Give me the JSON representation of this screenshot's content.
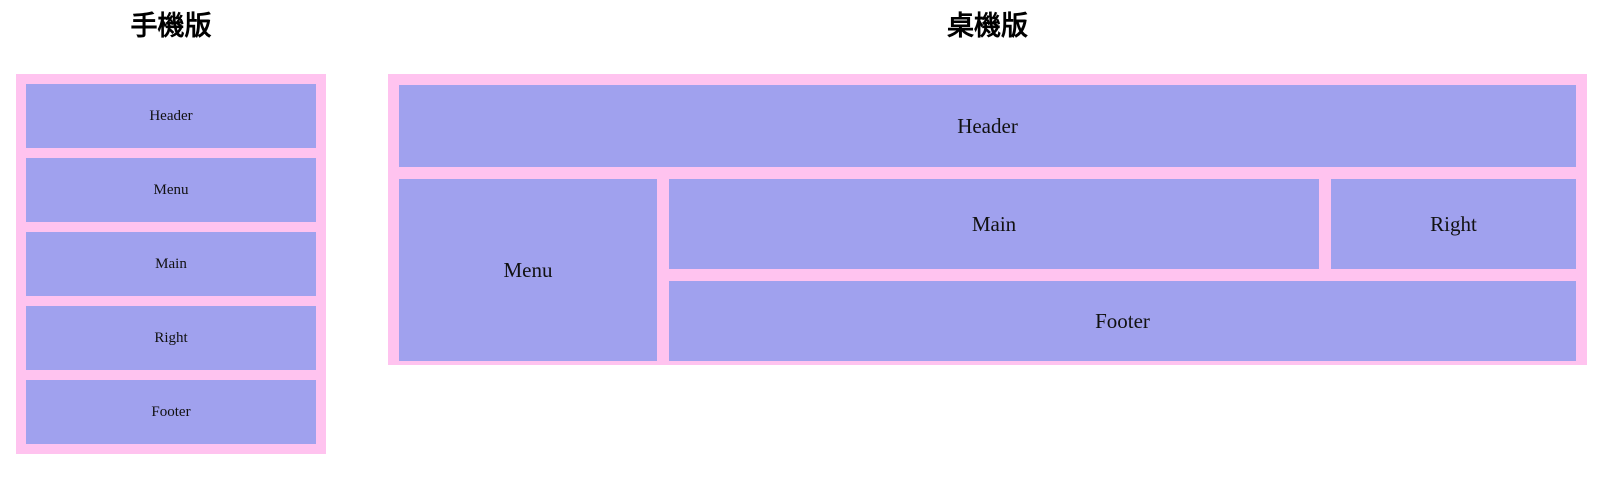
{
  "colors": {
    "panel_fill": "#a0a1ee",
    "container_fill": "#ffc3ef",
    "page_background": "#ffffff",
    "text": "#111111"
  },
  "mobile": {
    "title": "手機版",
    "panels": [
      {
        "label": "Header"
      },
      {
        "label": "Menu"
      },
      {
        "label": "Main"
      },
      {
        "label": "Right"
      },
      {
        "label": "Footer"
      }
    ]
  },
  "desktop": {
    "title": "桌機版",
    "panels": {
      "header": "Header",
      "menu": "Menu",
      "main": "Main",
      "right": "Right",
      "footer": "Footer"
    }
  }
}
